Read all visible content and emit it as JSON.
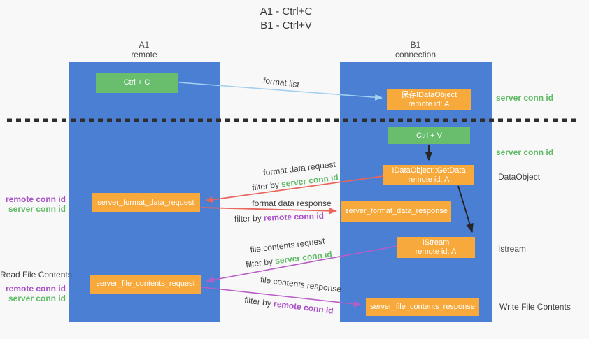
{
  "title": {
    "line1": "A1 - Ctrl+C",
    "line2": "B1 - Ctrl+V"
  },
  "columns": {
    "a": {
      "name": "A1",
      "subtitle": "remote"
    },
    "b": {
      "name": "B1",
      "subtitle": "connection"
    }
  },
  "nodes": {
    "ctrl_c": {
      "label": "Ctrl + C"
    },
    "ctrl_v": {
      "label": "Ctrl + V"
    },
    "save_dataobject": {
      "line1": "保存IDataObject",
      "line2": "remote id: A"
    },
    "getdata": {
      "line1": "IDataObject::GetData",
      "line2": "remote id: A"
    },
    "istream": {
      "line1": "IStream",
      "line2": "remote id: A"
    },
    "format_request": {
      "label": "server_format_data_request"
    },
    "format_response": {
      "label": "server_format_data_response"
    },
    "file_request": {
      "label": "server_file_contents_request"
    },
    "file_response": {
      "label": "server_file_contents_response"
    }
  },
  "flow_labels": {
    "format_list": "format list",
    "format_data_request": "format data request",
    "format_data_response": "format data response",
    "file_contents_request": "file contents request",
    "file_contents_response": "file contents response",
    "filter_by": "filter by",
    "server_conn_id": "server conn id",
    "remote_conn_id": "remote conn id"
  },
  "side_labels": {
    "read_file_contents": "Read File Contents",
    "write_file_contents": "Write File Contents",
    "dataobject": "DataObject",
    "istream": "Istream",
    "server_conn_id": "server conn id",
    "remote_conn_id": "remote conn id"
  },
  "colors": {
    "bg": "#f8f8f8",
    "column-blue": "#4a7fd4",
    "box-green": "#69be6e",
    "box-orange": "#f7a93c",
    "arrow-blue": "#a3cff0",
    "arrow-red": "#e8665c",
    "arrow-magenta": "#b85cc6",
    "arrow-black": "#262626",
    "text-dark": "#3f3f3f",
    "text-green": "#5fbb66",
    "text-purple": "#a94fc8"
  }
}
